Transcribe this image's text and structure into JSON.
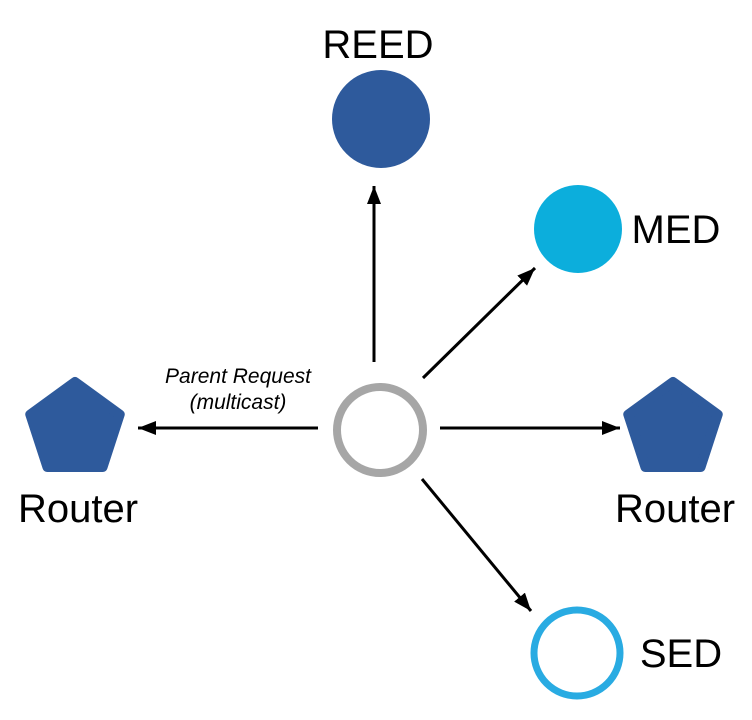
{
  "diagram": {
    "annotation": {
      "line1": "Parent Request",
      "line2": "(multicast)"
    },
    "nodes": {
      "reed": {
        "label": "REED",
        "shape": "filled-circle"
      },
      "med": {
        "label": "MED",
        "shape": "filled-circle"
      },
      "router_left": {
        "label": "Router",
        "shape": "pentagon"
      },
      "router_right": {
        "label": "Router",
        "shape": "pentagon"
      },
      "sed": {
        "label": "SED",
        "shape": "outlined-circle"
      },
      "center": {
        "label": "",
        "shape": "outlined-circle"
      }
    },
    "colors": {
      "dark_blue": "#2E5A9C",
      "cyan_fill": "#0CAEDC",
      "cyan_stroke": "#29ABE2",
      "gray_stroke": "#A6A6A6",
      "arrow": "#000000",
      "background": "#FFFFFF"
    }
  }
}
